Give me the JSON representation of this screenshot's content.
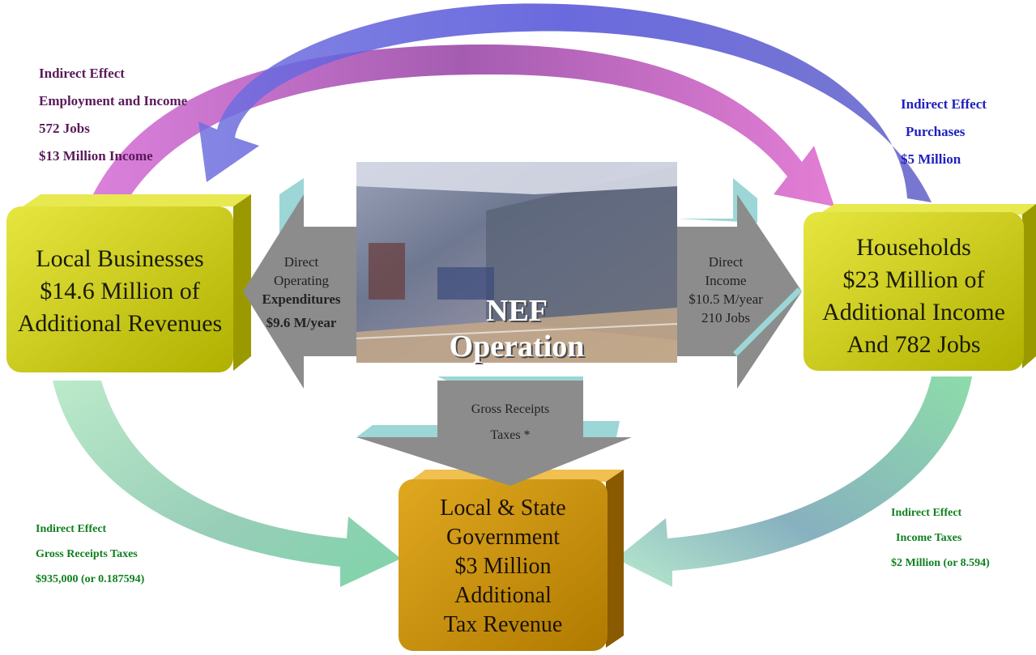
{
  "colors": {
    "box_yellow": "#c8c800",
    "box_gov": "#c8940a",
    "arrow_purple": "#9a3a9a",
    "arrow_blue": "#5a5acd",
    "arrow_green": "#8fd4a6",
    "flow_gray": "#8a8a8a",
    "flow_teal": "#a8d8d8",
    "text_purple": "#5a1a5a",
    "text_blue": "#2020c0",
    "text_green": "#108020"
  },
  "indirect_left": {
    "line1": "Indirect Effect",
    "line2": "Employment and Income",
    "line3": "572 Jobs",
    "line4": "$13 Million Income"
  },
  "indirect_right": {
    "line1": "Indirect Effect",
    "line2": "Purchases",
    "line3": "$5 Million"
  },
  "local_businesses": {
    "line1": "Local Businesses",
    "line2": "$14.6 Million of",
    "line3": "Additional Revenues"
  },
  "households": {
    "line1": "Households",
    "line2": "$23 Million of",
    "line3": "Additional Income",
    "line4": "And 782 Jobs"
  },
  "direct_left": {
    "line1": "Direct",
    "line2": "Operating",
    "line3": "Expenditures",
    "line4": "$9.6 M/year"
  },
  "direct_right": {
    "line1": "Direct",
    "line2": "Income",
    "line3": "$10.5 M/year",
    "line4": "210 Jobs"
  },
  "center": {
    "line1": "NEF",
    "line2": "Operation"
  },
  "gross_receipts": {
    "line1": "Gross Receipts",
    "line2": "Taxes *"
  },
  "government": {
    "line1": "Local & State",
    "line2": "Government",
    "line3": "$3 Million",
    "line4": "Additional",
    "line5": "Tax Revenue"
  },
  "indirect_bottom_left": {
    "line1": "Indirect Effect",
    "line2": "Gross Receipts Taxes",
    "line3": "$935,000 (or 0.187594)"
  },
  "indirect_bottom_right": {
    "line1": "Indirect Effect",
    "line2": "Income Taxes",
    "line3": "$2 Million (or 8.594)"
  }
}
